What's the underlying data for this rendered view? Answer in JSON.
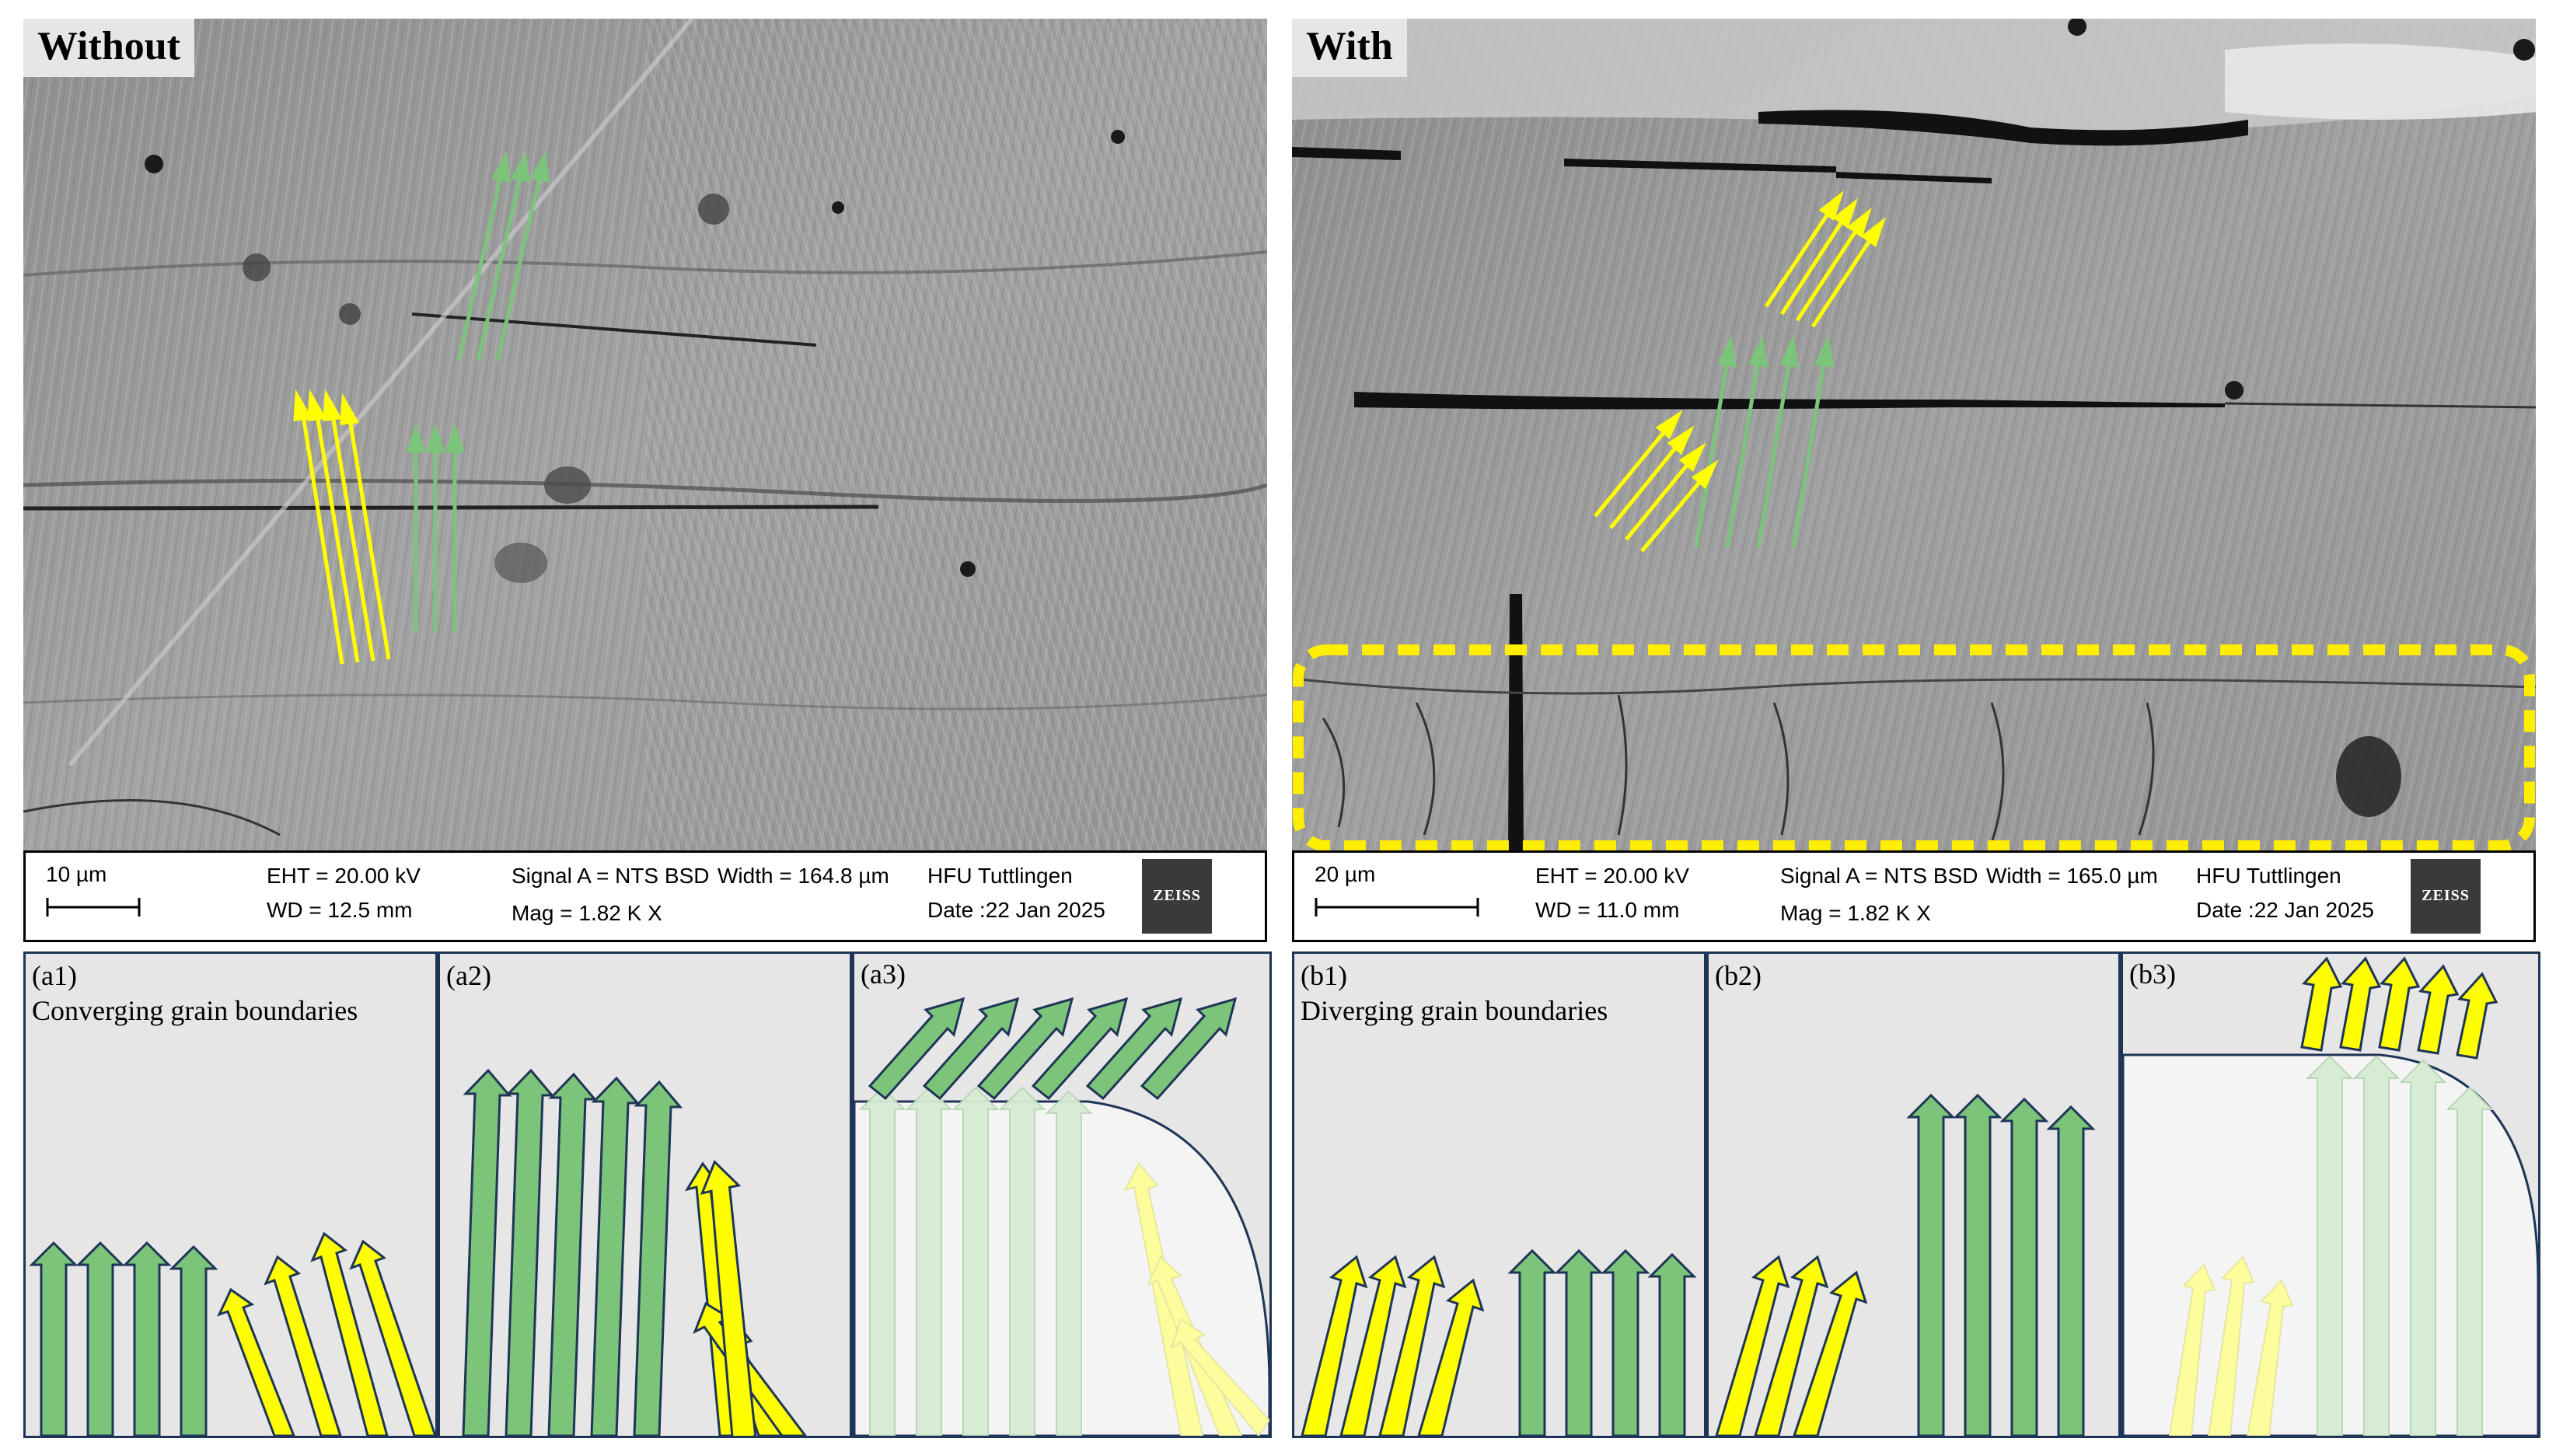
{
  "panels": {
    "left": {
      "tag": "Without",
      "scalebar": "10 µm",
      "eht": "EHT = 20.00 kV",
      "wd": "WD = 12.5 mm",
      "signal": "Signal A = NTS BSD",
      "width": "Width = 164.8 µm",
      "mag": "Mag =   1.82 K X",
      "org": "HFU Tuttlingen",
      "date": "Date :22 Jan 2025",
      "logo": "ZEISS"
    },
    "right": {
      "tag": "With",
      "scalebar": "20 µm",
      "eht": "EHT = 20.00 kV",
      "wd": "WD = 11.0 mm",
      "signal": "Signal A = NTS BSD",
      "width": "Width = 165.0 µm",
      "mag": "Mag =   1.82 K X",
      "org": "HFU Tuttlingen",
      "date": "Date :22 Jan 2025",
      "logo": "ZEISS"
    }
  },
  "schematics": {
    "a1": {
      "label": "(a1)",
      "caption": "Converging grain boundaries"
    },
    "a2": {
      "label": "(a2)"
    },
    "a3": {
      "label": "(a3)"
    },
    "b1": {
      "label": "(b1)",
      "caption": "Diverging grain boundaries"
    },
    "b2": {
      "label": "(b2)"
    },
    "b3": {
      "label": "(b3)"
    }
  },
  "colors": {
    "green": "#7cc47a",
    "yellow": "#ffff00",
    "outline": "#1f3557",
    "dashed_box": "#ffee00"
  }
}
